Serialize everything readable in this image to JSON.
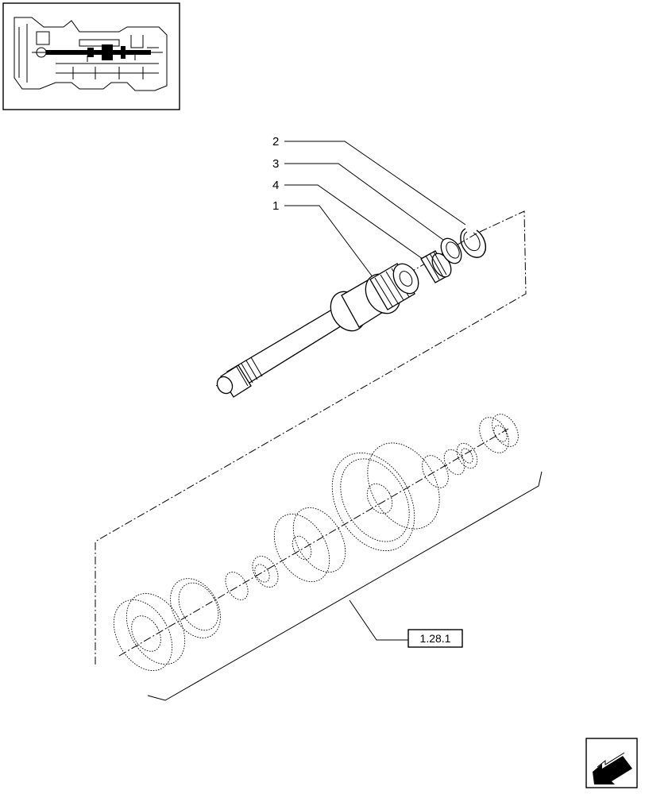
{
  "callouts": [
    {
      "id": "2",
      "label": "2"
    },
    {
      "id": "3",
      "label": "3"
    },
    {
      "id": "4",
      "label": "4"
    },
    {
      "id": "1",
      "label": "1"
    }
  ],
  "reference": {
    "label": "1.28.1"
  },
  "nav_icon": "next-page-arrow-icon",
  "colors": {
    "ink": "#000000",
    "paper": "#ffffff"
  }
}
